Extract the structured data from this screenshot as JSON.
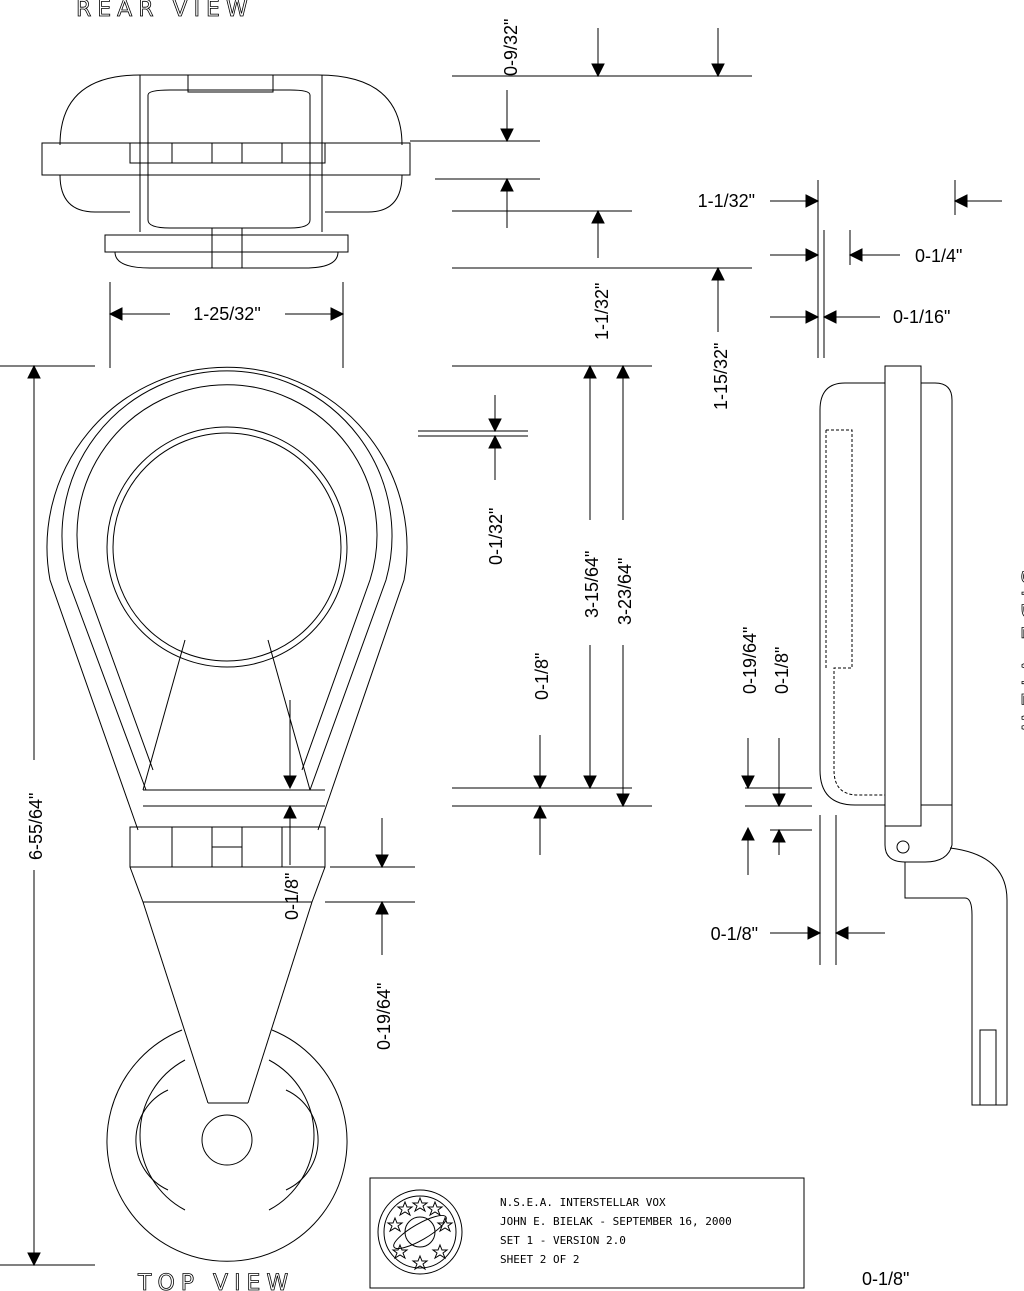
{
  "views": {
    "rear": "REAR VIEW",
    "top": "TOP VIEW",
    "side": "SIDE VIEW"
  },
  "dimensions": {
    "rear_height_upper": "0-9/32\"",
    "rear_height_lower": "1-1/32\"",
    "rear_width": "1-25/32\"",
    "total_height_a": "1-15/32\"",
    "overall_length": "6-55/64\"",
    "ring_gap": "0-1/32\"",
    "ring_len_a": "3-15/64\"",
    "ring_len_b": "3-23/64\"",
    "band_a": "0-1/8\"",
    "band_b": "0-1/8\"",
    "collar": "0-19/64\"",
    "side_depth": "1-1/32\"",
    "side_quarter": "0-1/4\"",
    "side_sixteenth": "0-1/16\"",
    "side_band_a": "0-19/64\"",
    "side_band_b": "0-1/8\"",
    "side_stem": "0-1/8\"",
    "side_foot": "0-1/8\""
  },
  "title_block": {
    "line1": "N.S.E.A. INTERSTELLAR VOX",
    "line2": "JOHN E. BIELAK - SEPTEMBER 16, 2000",
    "line3": "SET 1 - VERSION 2.0",
    "line4": "SHEET 2 OF 2"
  },
  "logo_icon": "planet-stars-emblem-icon"
}
